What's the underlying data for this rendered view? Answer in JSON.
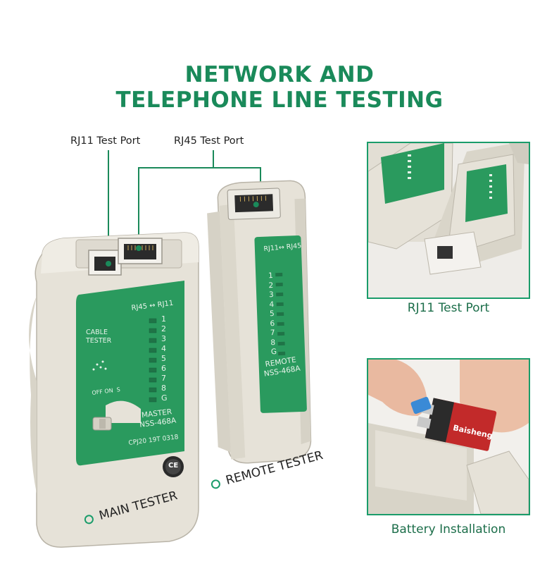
{
  "title_line1": "NETWORK AND",
  "title_line2": "TELEPHONE LINE TESTING",
  "callouts": {
    "rj11": "RJ11 Test Port",
    "rj45": "RJ45 Test Port"
  },
  "main_tester": {
    "label": "MAIN TESTER",
    "panel_header": "RJ45 ↔ RJ11",
    "cable_tester": "CABLE TESTER",
    "numbers": [
      "1",
      "2",
      "3",
      "4",
      "5",
      "6",
      "7",
      "8",
      "G"
    ],
    "off_on": "OFF ON  S",
    "model_line1": "MASTER",
    "model_line2": "NSS-468A",
    "serial": "CPJ20 19T 0318",
    "ce_mark": "CE"
  },
  "remote_tester": {
    "label": "REMOTE TESTER",
    "panel_header": "RJ11↔ RJ45",
    "numbers": [
      "1",
      "2",
      "3",
      "4",
      "5",
      "6",
      "7",
      "8",
      "G"
    ],
    "model_line1": "REMOTE",
    "model_line2": "NSS-468A"
  },
  "insets": {
    "top_caption": "RJ11 Test Port",
    "bottom_caption": "Battery Installation",
    "battery_brand": "Baisheng"
  },
  "colors": {
    "accent": "#1a8a5a",
    "panel_green": "#2a9a5e",
    "body_beige": "#e4e0d6"
  }
}
